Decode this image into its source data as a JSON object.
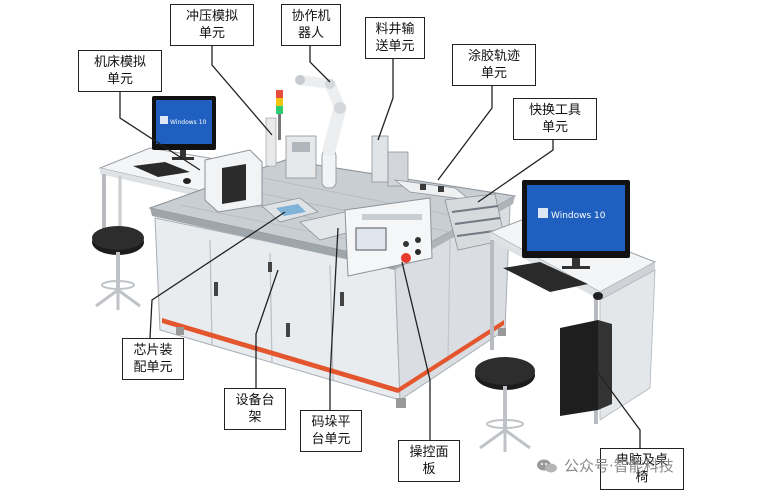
{
  "labels": {
    "stamping": "冲压模拟\n单元",
    "robot": "协作机\n器人",
    "feeder": "料井输\n送单元",
    "machine_tool": "机床模拟\n单元",
    "glue_path": "涂胶轨迹\n单元",
    "quick_change": "快换工具\n单元",
    "chip_assembly": "芯片装\n配单元",
    "equipment_frame": "设备台\n架",
    "stacking": "码垛平\n台单元",
    "control_panel": "操控面\n板",
    "pc_desk": "电脑及桌\n椅"
  },
  "screens": {
    "left": "Windows 10",
    "right": "Windows 10"
  },
  "watermark": "公众号·智能科技",
  "colors": {
    "frame": "#e9ecef",
    "accent": "#e4572e",
    "screen": "#1f5fbf",
    "dark": "#222222"
  }
}
